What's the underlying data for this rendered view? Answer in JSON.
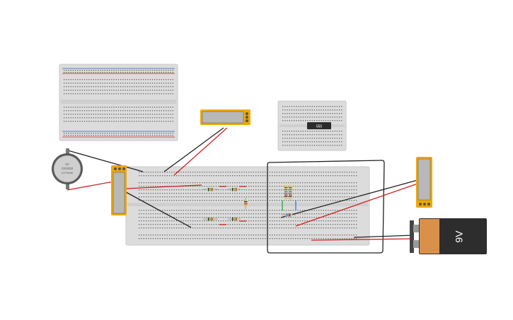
{
  "components": {
    "battery_9v": {
      "label": "9V",
      "terminal_minus": "−"
    },
    "coin_cell": {
      "label_line1": "3V",
      "label_line2": "CR2032",
      "label_line3": "LITHIUM"
    },
    "ic_chip": {
      "label": "555"
    }
  },
  "colors": {
    "wire_red": "#d42020",
    "wire_black": "#222222",
    "wire_green": "#2aa83a",
    "wire_blue": "#2a7fd4",
    "breadboard": "#dcdcdc",
    "module_orange": "#f0a800",
    "battery_body": "#2d2d2d",
    "battery_label": "#d9914a"
  }
}
